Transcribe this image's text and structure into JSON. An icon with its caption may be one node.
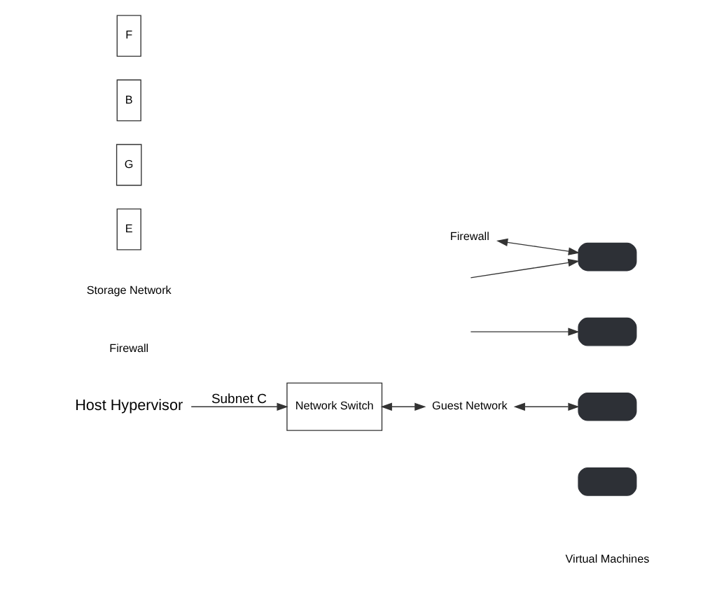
{
  "diagram": {
    "nodes": [
      {
        "text": [
          "Host Hypervisor"
        ]
      },
      {
        "text": [
          "Firewall"
        ]
      },
      {
        "text": [
          "Storage Network"
        ]
      },
      {
        "text": [
          "Firewall"
        ]
      },
      {
        "text": [
          "E"
        ]
      },
      {
        "text": [
          "G"
        ]
      },
      {
        "text": [
          "B"
        ]
      },
      {
        "text": [
          "Network Switch"
        ]
      },
      {
        "text": [
          "Guest Network"
        ]
      },
      {
        "text": [
          "F"
        ]
      },
      {
        "text": [],
        "shape": "box"
      },
      {
        "text": [],
        "shape": "box"
      },
      {
        "text": [],
        "shape": "box"
      },
      {
        "text": [],
        "shape": "box"
      }
    ],
    "edges": [
      {
        "from": 0,
        "to": 7,
        "arrow": "to",
        "label": "Subnet C"
      },
      {
        "from": 7,
        "to": 8,
        "arrow": "both"
      },
      {
        "from": 8,
        "to": 12,
        "arrow": "both"
      },
      {
        "from": null,
        "to": 10,
        "arrow": "to"
      },
      {
        "from": null,
        "to": 11,
        "arrow": "to"
      },
      {
        "from": 3,
        "to": 10,
        "arrow": "both"
      }
    ],
    "labels": [
      "Virtual Machines"
    ]
  }
}
